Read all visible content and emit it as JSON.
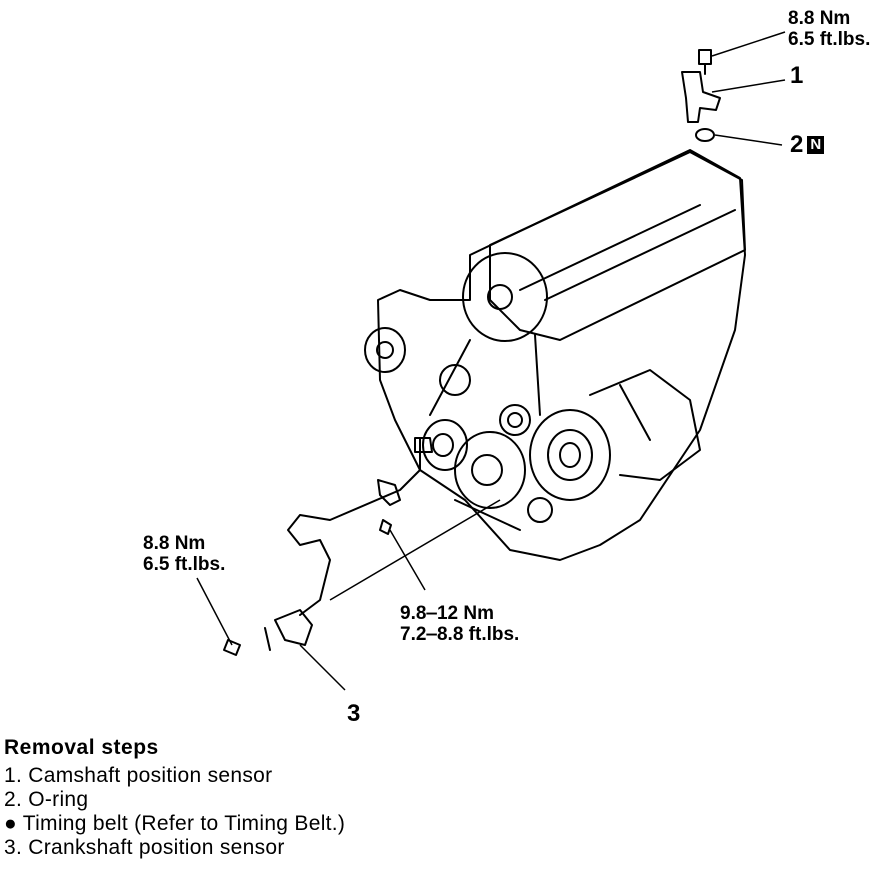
{
  "torque": {
    "cam_bolt": [
      "8.8 Nm",
      "6.5 ft.lbs."
    ],
    "crank_bolt": [
      "8.8 Nm",
      "6.5 ft.lbs."
    ],
    "bracket_bolt": [
      "9.8‒12 Nm",
      "7.2‒8.8 ft.lbs."
    ]
  },
  "callouts": {
    "one": "1",
    "two": "2",
    "two_badge": "N",
    "three": "3"
  },
  "removal": {
    "title": "Removal steps",
    "steps": [
      "1. Camshaft position sensor",
      "2. O-ring",
      "●  Timing belt (Refer to Timing Belt.)",
      "3. Crankshaft position sensor"
    ]
  }
}
